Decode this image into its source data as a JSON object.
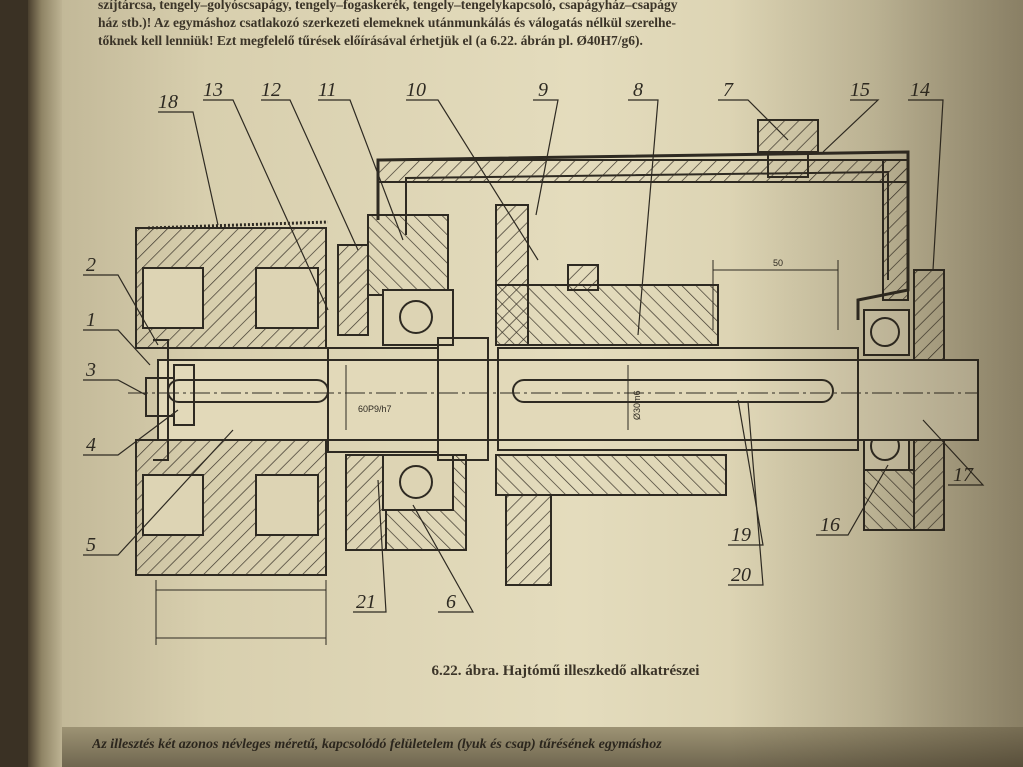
{
  "top_text_lines": [
    "szíjtárcsa, tengely–golyóscsapágy, tengely–fogaskerék, tengely–tengelykapcsoló, csapágyház–csapágy",
    "ház stb.)! Az egymáshoz csatlakozó szerkezeti elemeknek utánmunkálás és válogatás nélkül szerelhe-",
    "tőknek kell lenniük! Ezt megfelelő tűrések előírásával érhetjük el (a 6.22. ábrán pl. Ø40H7/g6)."
  ],
  "figure": {
    "labels": [
      "18",
      "13",
      "12",
      "11",
      "10",
      "9",
      "8",
      "7",
      "15",
      "14",
      "2",
      "1",
      "3",
      "4",
      "5",
      "21",
      "6",
      "19",
      "20",
      "16",
      "17"
    ],
    "dimension_50": "50",
    "fit_label": "60P9/h7",
    "shaft_label": "Ø30m6"
  },
  "caption": "6.22. ábra. Hajtómű illeszkedő alkatrészei",
  "bottom_text": "Az illesztés két azonos névleges méretű, kapcsolódó felületelem (lyuk és csap) tűrésének egymáshoz"
}
